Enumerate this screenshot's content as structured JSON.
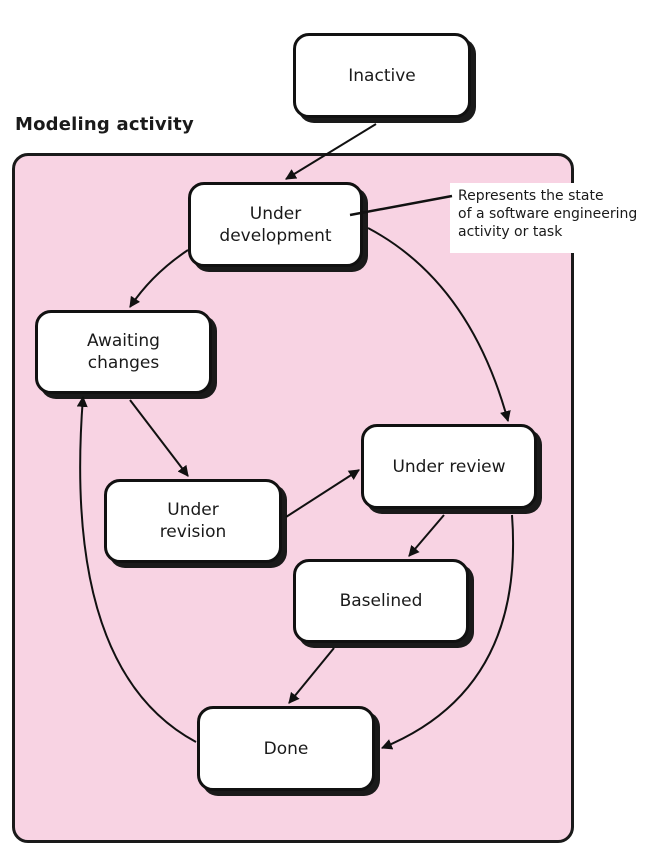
{
  "diagram": {
    "title": "Modeling activity",
    "states": {
      "inactive": "Inactive",
      "under_development": "Under\ndevelopment",
      "awaiting_changes": "Awaiting\nchanges",
      "under_revision": "Under\nrevision",
      "under_review": "Under review",
      "baselined": "Baselined",
      "done": "Done"
    },
    "callout": "Represents the state\nof a software engineering\nactivity or task",
    "colors": {
      "container_fill": "#f8d3e3",
      "stroke": "#111111",
      "state_fill": "#ffffff"
    }
  }
}
